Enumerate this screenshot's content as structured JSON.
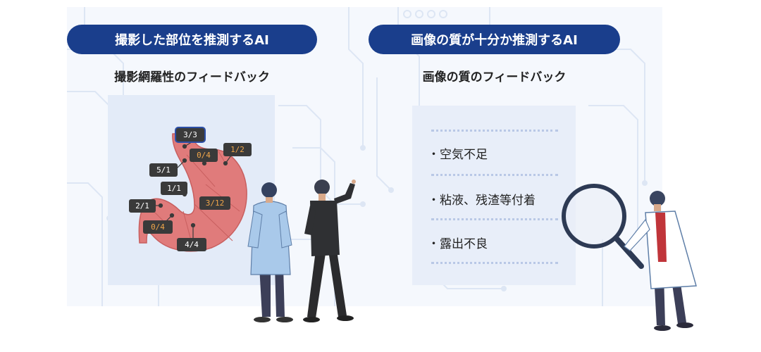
{
  "left": {
    "pill": "撮影した部位を推測するAI",
    "heading": "撮影網羅性のフィードバック",
    "tags": [
      {
        "label": "3/3",
        "highlight": "selected"
      },
      {
        "label": "0/4",
        "highlight": "orange"
      },
      {
        "label": "1/2",
        "highlight": "orange"
      },
      {
        "label": "5/1",
        "highlight": "none"
      },
      {
        "label": "1/1",
        "highlight": "none"
      },
      {
        "label": "3/12",
        "highlight": "orange"
      },
      {
        "label": "2/1",
        "highlight": "none"
      },
      {
        "label": "0/4",
        "highlight": "orange"
      },
      {
        "label": "4/4",
        "highlight": "none"
      }
    ]
  },
  "right": {
    "pill": "画像の質が十分か推測するAI",
    "heading": "画像の質のフィードバック",
    "items": [
      "・空気不足",
      "・粘液、残渣等付着",
      "・露出不良"
    ]
  },
  "colors": {
    "pill": "#1a3e8c",
    "stomach": "#e07b7b",
    "tag_orange": "#f0a64a",
    "panel": "#e3ebf8"
  },
  "icons": [
    "stomach-illustration",
    "doctor-figure",
    "businessman-figure",
    "scientist-figure",
    "magnifier-icon"
  ]
}
